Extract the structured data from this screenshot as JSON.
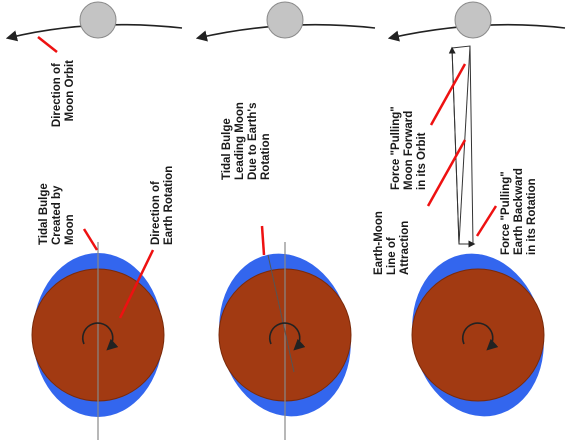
{
  "colors": {
    "moon": "#c4c4c4",
    "moon_stroke": "#8a8a8a",
    "ocean": "#3366ee",
    "earth": "#a23a12",
    "earth_stroke": "#7a2a0a",
    "pointer": "#ee1111",
    "line": "#222222",
    "axis": "#888888"
  },
  "labels": {
    "moon_orbit": [
      "Direction of",
      "Moon Orbit"
    ],
    "tidal_bulge_created": [
      "Tidal Bulge",
      "Created by",
      "Moon"
    ],
    "earth_rotation": [
      "Direction of",
      "Earth Rotation"
    ],
    "tidal_bulge_leading": [
      "Tidal Bulge",
      "Leading Moon",
      "Due to Earth's",
      "Rotation"
    ],
    "force_forward": [
      "Force \"Pulling\"",
      "Moon Forward",
      "in its Orbit"
    ],
    "line_of_attraction": [
      "Earth-Moon",
      "Line of",
      "Attraction"
    ],
    "force_backward": [
      "Force \"Pulling\"",
      "Earth Backward",
      "in its Rotation"
    ]
  }
}
